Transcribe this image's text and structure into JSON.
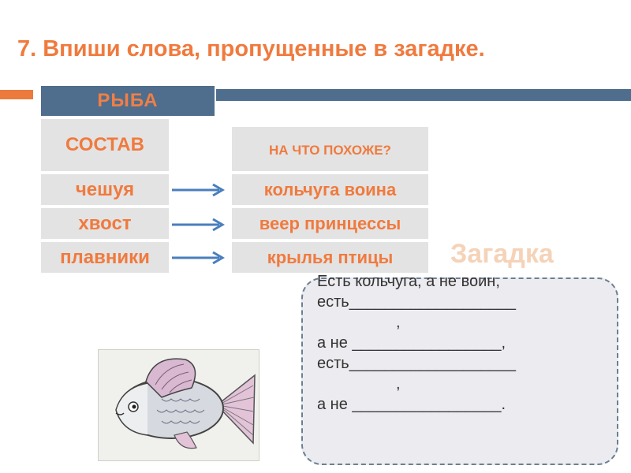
{
  "title": "7. Впиши слова, пропущенные в загадке.",
  "table": {
    "header": "РЫБА",
    "left_header": "СОСТАВ",
    "right_header": "НА ЧТО ПОХОЖЕ?",
    "rows": [
      {
        "part": "чешуя",
        "like": "кольчуга воина"
      },
      {
        "part": "хвост",
        "like": "веер принцессы"
      },
      {
        "part": "плавники",
        "like": "крылья птицы"
      }
    ]
  },
  "riddle": {
    "title": "Загадка",
    "lines": [
      "Есть кольчуга, а не воин,",
      "есть___________________",
      "                  ,",
      "а не _________________,",
      "есть___________________",
      "                  ,",
      "а не _________________."
    ]
  },
  "colors": {
    "accent": "#f07a3e",
    "header_blue": "#4f6d8c",
    "cell_gray": "#e3e3e3",
    "arrow_blue": "#4a7ebd"
  }
}
